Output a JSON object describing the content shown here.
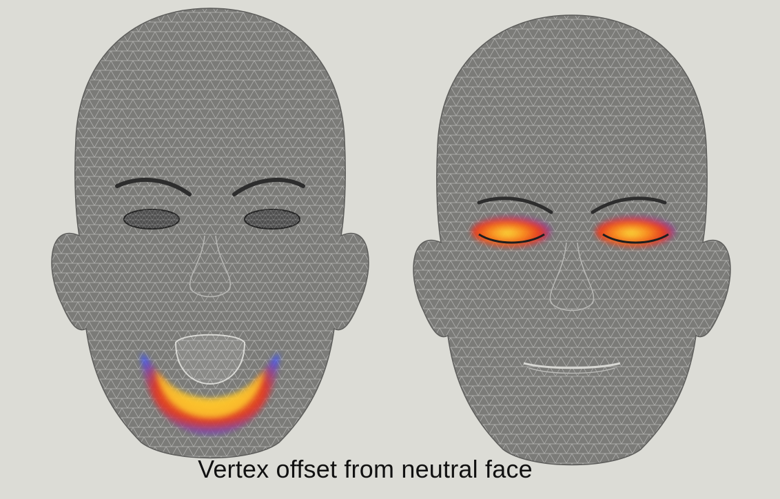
{
  "caption": "Vertex offset from neutral face",
  "colors": {
    "background": "#dcdcd6",
    "skin": "#7b7b78",
    "wire": "#ffffff",
    "heat_low": "#3a55ff",
    "heat_mid": "#ff8a1a",
    "heat_high": "#e8351a",
    "heat_peak": "#ffe23a"
  },
  "faces": [
    {
      "name": "open-mouth face",
      "highlight": "mouth-region"
    },
    {
      "name": "closed-eyes face",
      "highlight": "eye-region"
    }
  ]
}
